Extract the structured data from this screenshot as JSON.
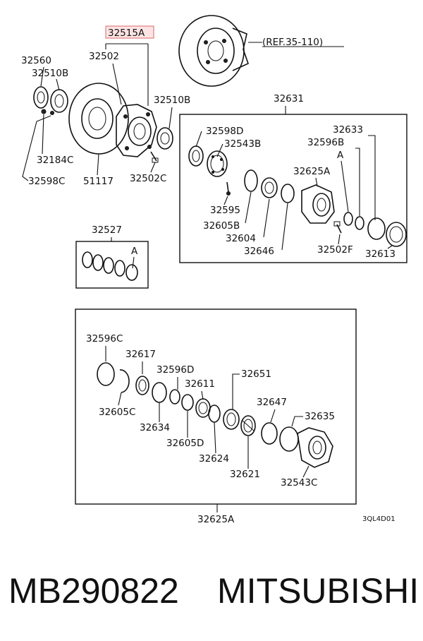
{
  "diagram": {
    "highlight_label": "32515A",
    "ref_label": "(REF.35-110)",
    "drawing_code": "3QL4D01",
    "top_labels": {
      "l32560": "32560",
      "l32502": "32502",
      "l32510b_left": "32510B",
      "l32510b_right": "32510B",
      "l32184c": "32184C",
      "l32598c": "32598C",
      "l51117": "51117",
      "l32502c": "32502C",
      "l32631": "32631",
      "l32527": "32527",
      "l32527_a": "A"
    },
    "box_labels": {
      "l32598d": "32598D",
      "l32543b": "32543B",
      "l32633": "32633",
      "l32596b": "32596B",
      "l_a": "A",
      "l32625a": "32625A",
      "l32595": "32595",
      "l32605b": "32605B",
      "l32604": "32604",
      "l32646": "32646",
      "l32502f": "32502F",
      "l32613": "32613"
    },
    "bottom_labels": {
      "l32596c": "32596C",
      "l32617": "32617",
      "l32596d": "32596D",
      "l32651": "32651",
      "l32611": "32611",
      "l32605c": "32605C",
      "l32647": "32647",
      "l32634": "32634",
      "l32635": "32635",
      "l32605d": "32605D",
      "l32624": "32624",
      "l32621": "32621",
      "l32543c": "32543C",
      "l32625a_bottom": "32625A"
    }
  },
  "footer": {
    "part_number": "MB290822",
    "brand": "MITSUBISHI"
  }
}
